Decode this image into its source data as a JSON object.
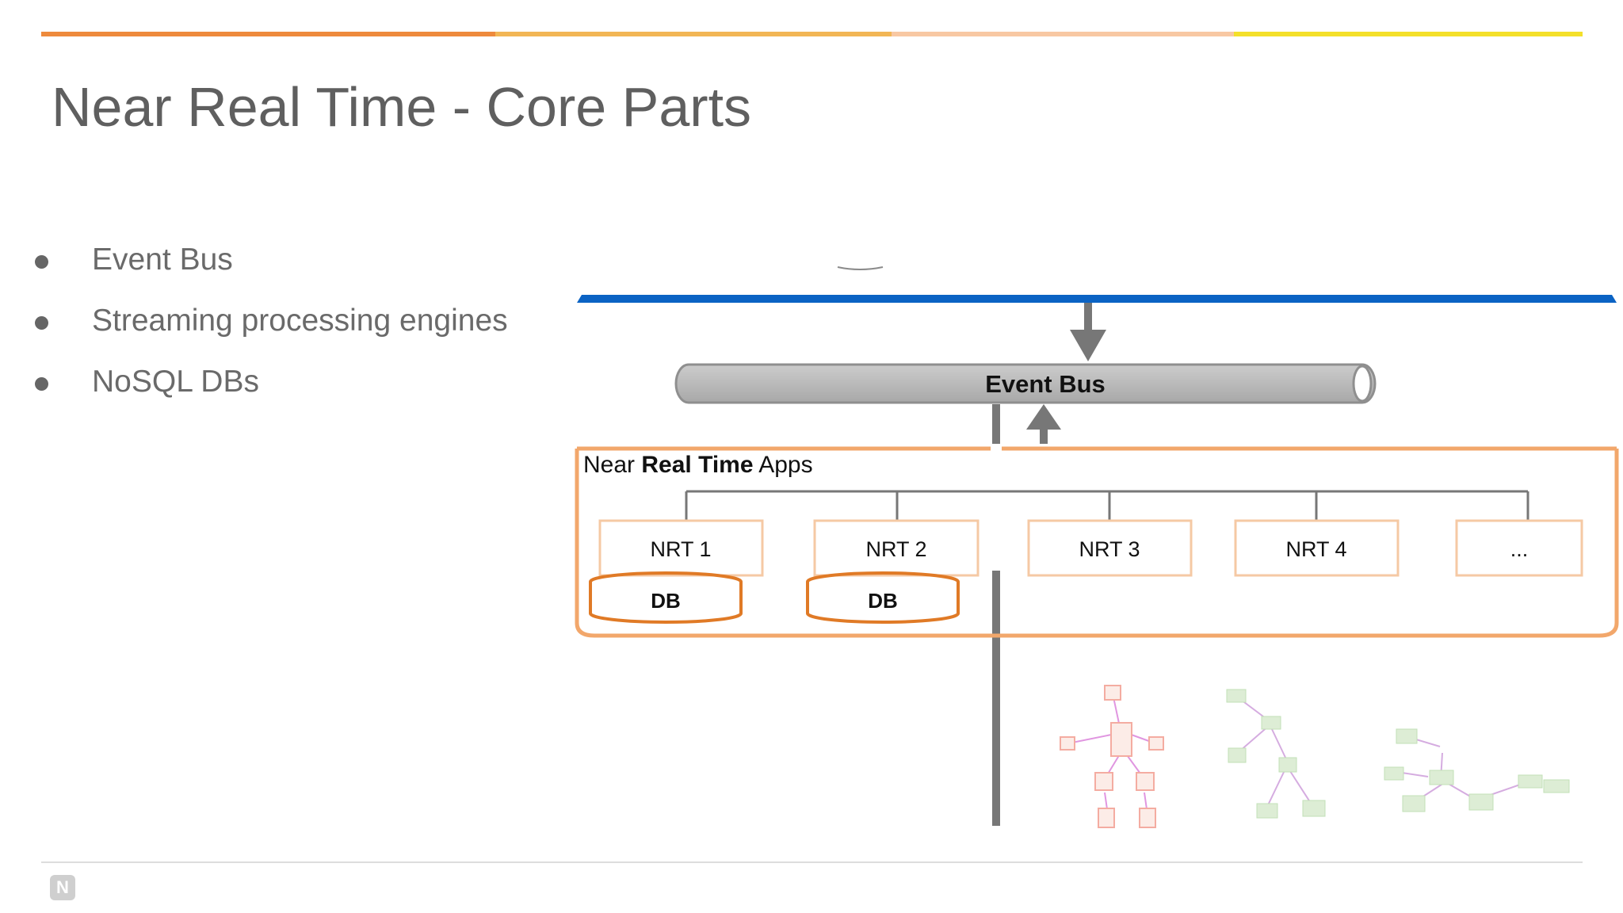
{
  "slide": {
    "title": "Near Real Time - Core Parts",
    "accent_colors": [
      "#ee8a3c",
      "#f2b655",
      "#f8c8a3",
      "#f4e02a"
    ],
    "logo_glyph": "N"
  },
  "bullets": [
    {
      "text": "Event Bus"
    },
    {
      "text": "Streaming processing engines"
    },
    {
      "text": "NoSQL DBs"
    }
  ],
  "diagram": {
    "event_bus_label": "Event Bus",
    "group_label_prefix": "Near ",
    "group_label_bold": "Real Time",
    "group_label_suffix": " Apps",
    "nodes": [
      {
        "label": "NRT 1",
        "db": "DB"
      },
      {
        "label": "NRT 2",
        "db": "DB"
      },
      {
        "label": "NRT 3"
      },
      {
        "label": "NRT 4"
      },
      {
        "label": "..."
      }
    ],
    "colors": {
      "top_line": "#0b63c4",
      "group_border": "#f2a76b",
      "db_border": "#e07a26",
      "bus_fill": "#b3b3b3",
      "connector": "#777777"
    }
  }
}
